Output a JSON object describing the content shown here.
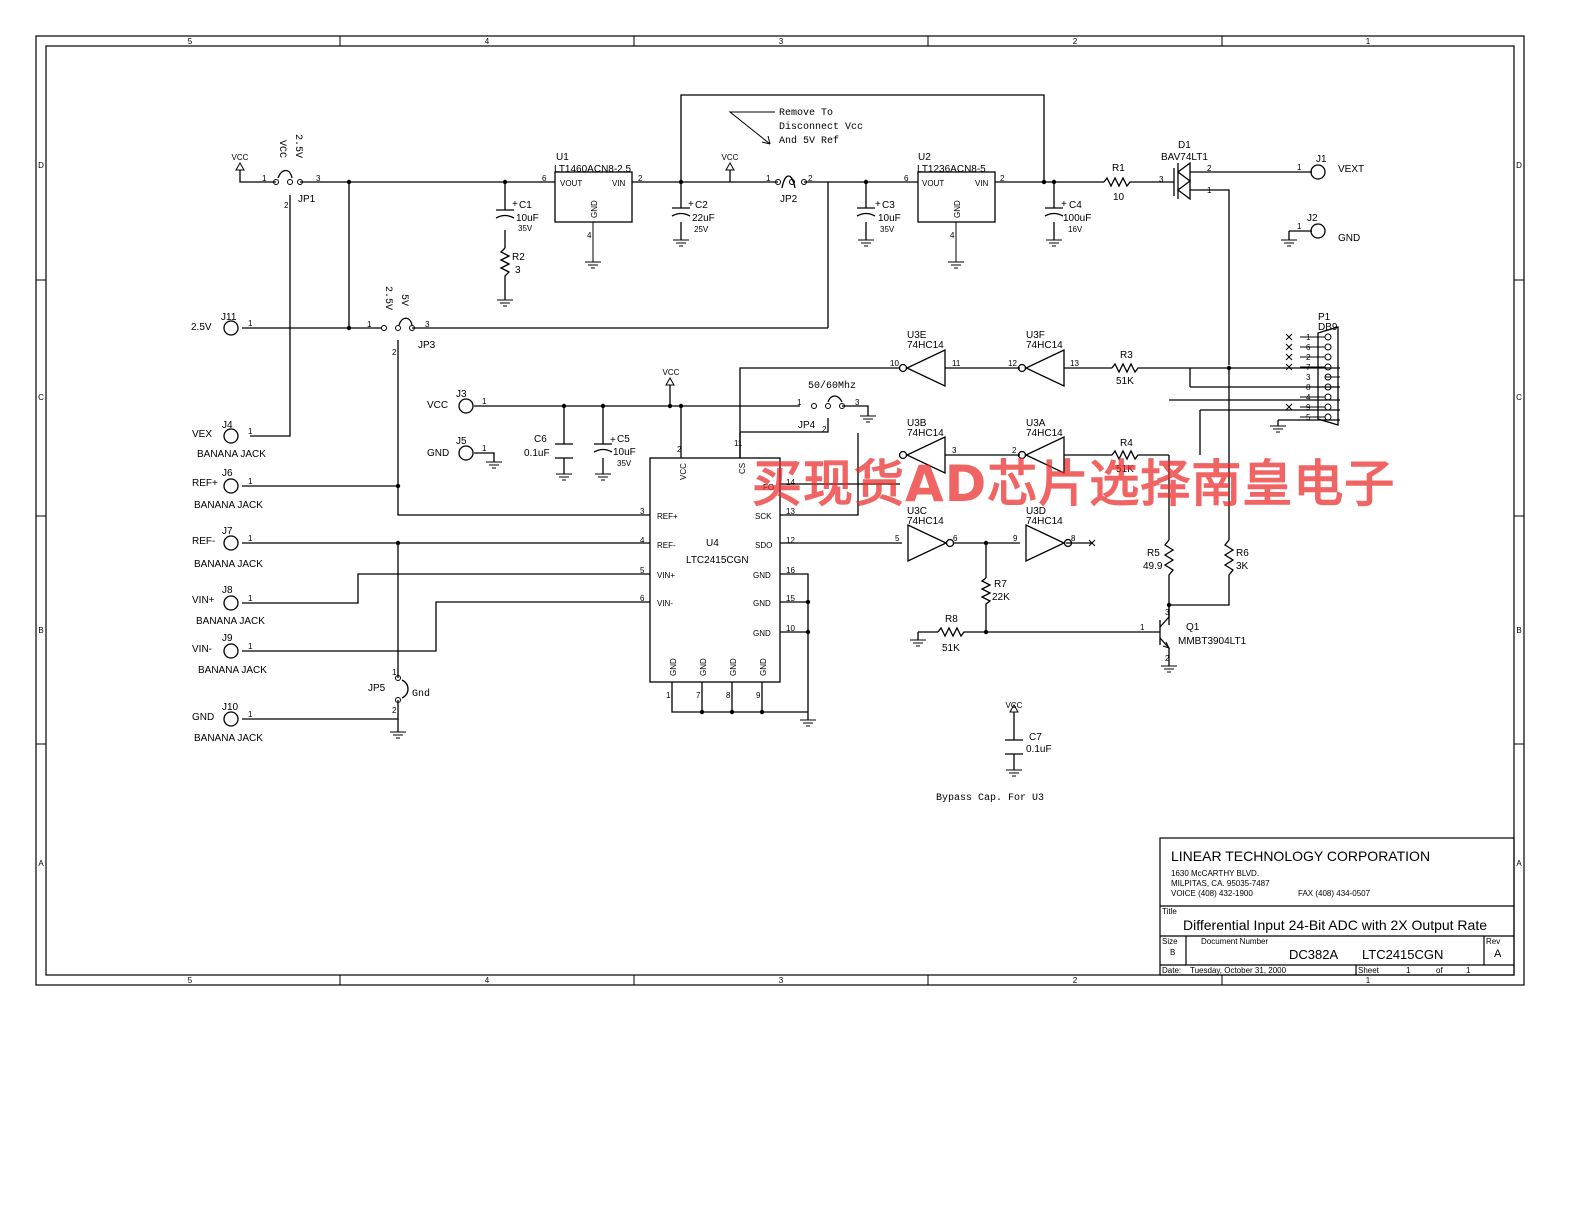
{
  "schematic": {
    "colors": {
      "ink": "#000000",
      "paper": "#ffffff",
      "watermark": "#eb2828"
    },
    "border": {
      "col_marks": [
        "5",
        "4",
        "3",
        "2",
        "1"
      ],
      "row_marks": [
        "D",
        "C",
        "B",
        "A"
      ]
    },
    "nets": {
      "vcc": "VCC",
      "vex": "VEX",
      "vext": "VEXT",
      "gnd": "GND",
      "v25": "2.5V",
      "refp": "REF+",
      "refm": "REF-",
      "vinp": "VIN+",
      "vinm": "VIN-"
    },
    "connectors": [
      {
        "ref": "J11",
        "net": "2.5V"
      },
      {
        "ref": "J4",
        "net": "VEX",
        "type": "BANANA JACK"
      },
      {
        "ref": "J6",
        "net": "REF+",
        "type": "BANANA JACK"
      },
      {
        "ref": "J7",
        "net": "REF-",
        "type": "BANANA JACK"
      },
      {
        "ref": "J8",
        "net": "VIN+",
        "type": "BANANA JACK"
      },
      {
        "ref": "J9",
        "net": "VIN-",
        "type": "BANANA JACK"
      },
      {
        "ref": "J10",
        "net": "GND",
        "type": "BANANA JACK"
      },
      {
        "ref": "J3",
        "net": "VCC"
      },
      {
        "ref": "J5",
        "net": "GND"
      },
      {
        "ref": "J1",
        "net": "VEXT"
      },
      {
        "ref": "J2",
        "net": "GND"
      }
    ],
    "jumpers": {
      "jp1": {
        "ref": "JP1",
        "labels": [
          "2.5V",
          "VCC"
        ]
      },
      "jp2": {
        "ref": "JP2"
      },
      "jp3": {
        "ref": "JP3",
        "labels": [
          "2.5V",
          "5V"
        ]
      },
      "jp4": {
        "ref": "JP4",
        "label": "50/60Mhz"
      },
      "jp5": {
        "ref": "JP5",
        "label": "Gnd"
      }
    },
    "regulators": {
      "u1": {
        "ref": "U1",
        "part": "LT1460ACN8-2.5",
        "vout": "VOUT",
        "vin": "VIN",
        "gnd": "GND"
      },
      "u2": {
        "ref": "U2",
        "part": "LT1236ACN8-5",
        "vout": "VOUT",
        "vin": "VIN",
        "gnd": "GND"
      }
    },
    "adc": {
      "ref": "U4",
      "part": "LTC2415CGN",
      "pins": {
        "vcc": "VCC",
        "cs": "CS",
        "refp": "REF+",
        "refm": "REF-",
        "vinp": "VIN+",
        "vinm": "VIN-",
        "fo": "FO",
        "sck": "SCK",
        "sdo": "SDO",
        "gnd": "GND"
      }
    },
    "inverters": [
      {
        "ref": "U3E",
        "part": "74HC14"
      },
      {
        "ref": "U3F",
        "part": "74HC14"
      },
      {
        "ref": "U3B",
        "part": "74HC14"
      },
      {
        "ref": "U3A",
        "part": "74HC14"
      },
      {
        "ref": "U3C",
        "part": "74HC14"
      },
      {
        "ref": "U3D",
        "part": "74HC14"
      }
    ],
    "capacitors": [
      {
        "ref": "C1",
        "value": "10uF",
        "rating": "35V"
      },
      {
        "ref": "C2",
        "value": "22uF",
        "rating": "25V"
      },
      {
        "ref": "C3",
        "value": "10uF",
        "rating": "35V"
      },
      {
        "ref": "C4",
        "value": "100uF",
        "rating": "16V"
      },
      {
        "ref": "C5",
        "value": "10uF",
        "rating": "35V"
      },
      {
        "ref": "C6",
        "value": "0.1uF"
      },
      {
        "ref": "C7",
        "value": "0.1uF"
      }
    ],
    "resistors": [
      {
        "ref": "R1",
        "value": "10"
      },
      {
        "ref": "R2",
        "value": "3"
      },
      {
        "ref": "R3",
        "value": "51K"
      },
      {
        "ref": "R4",
        "value": "51K"
      },
      {
        "ref": "R5",
        "value": "49.9"
      },
      {
        "ref": "R6",
        "value": "3K"
      },
      {
        "ref": "R7",
        "value": "22K"
      },
      {
        "ref": "R8",
        "value": "51K"
      }
    ],
    "diode": {
      "ref": "D1",
      "part": "BAV74LT1"
    },
    "transistor": {
      "ref": "Q1",
      "part": "MMBT3904LT1"
    },
    "db9": {
      "ref": "P1",
      "part": "DB9",
      "pins": [
        "1",
        "6",
        "2",
        "7",
        "3",
        "8",
        "4",
        "9",
        "5"
      ]
    },
    "notes": {
      "remove_lines": [
        "Remove To",
        "Disconnect Vcc",
        "And 5V Ref"
      ],
      "bypass": "Bypass Cap. For U3"
    },
    "title_block": {
      "company": "LINEAR TECHNOLOGY CORPORATION",
      "address1": "1630 McCARTHY BLVD.",
      "address2": "MILPITAS, CA. 95035-7487",
      "voice": "VOICE (408) 432-1900",
      "fax": "FAX  (408) 434-0507",
      "title_label": "Title",
      "title": "Differential Input 24-Bit ADC with 2X Output Rate",
      "size_label": "Size",
      "size": "B",
      "docnum_label": "Document Number",
      "docnum_a": "DC382A",
      "docnum_b": "LTC2415CGN",
      "rev_label": "Rev",
      "rev": "A",
      "date_label": "Date:",
      "date": "Tuesday, October 31, 2000",
      "sheet_label": "Sheet",
      "sheet": "1",
      "of_label": "of",
      "sheets": "1"
    },
    "watermark": "买现货AD芯片选择南皇电子"
  }
}
